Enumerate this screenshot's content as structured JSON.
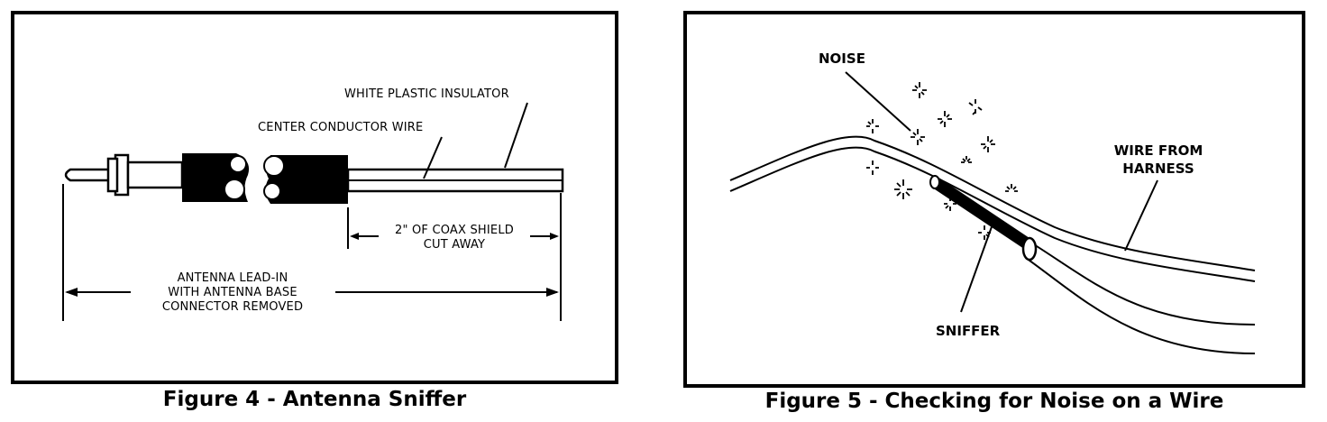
{
  "figure4": {
    "caption": "Figure 4 - Antenna Sniffer",
    "labels": {
      "insulator": "WHITE PLASTIC INSULATOR",
      "center_conductor": "CENTER CONDUCTOR WIRE",
      "shield_cut_line1": "2\" OF COAX SHIELD",
      "shield_cut_line2": "CUT AWAY",
      "lead_line1": "ANTENNA LEAD-IN",
      "lead_line2": "WITH ANTENNA BASE",
      "lead_line3": "CONNECTOR REMOVED"
    }
  },
  "figure5": {
    "caption": "Figure 5 - Checking for Noise on a Wire",
    "labels": {
      "noise": "NOISE",
      "wire_line1": "WIRE FROM",
      "wire_line2": "HARNESS",
      "sniffer": "SNIFFER"
    }
  }
}
